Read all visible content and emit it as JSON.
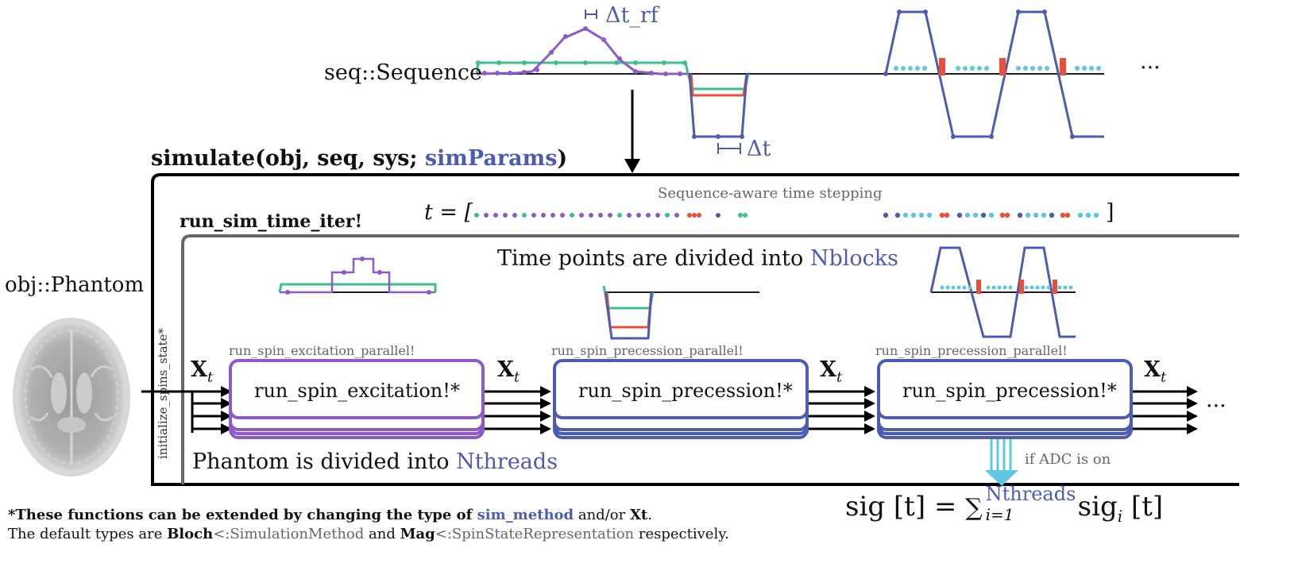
{
  "sequence_label": "seq::Sequence",
  "dt_rf_label": "Δt_rf",
  "dt_label": "Δt",
  "ellipsis": "···",
  "ellipsis_right": "···",
  "simulate_label": {
    "fn": "simulate",
    "args": "(obj, seq, sys; ",
    "params": "simParams",
    "close": ")"
  },
  "time_stepping_label": "Sequence-aware time stepping",
  "t_eq": "t = [",
  "t_close": "]",
  "run_sim_label": "run_sim_time_iter!",
  "blocks_text": {
    "prefix": "Time points are divided into ",
    "highlight": "Nblocks"
  },
  "phantom_label": "obj::Phantom",
  "init_label": "initialize_spins_state*",
  "xt_label": "X",
  "xt_sub": "t",
  "boxes": [
    {
      "small": "run_spin_excitation_parallel!",
      "main": "run_spin_excitation!*"
    },
    {
      "small": "run_spin_precession_parallel!",
      "main": "run_spin_precession!*"
    },
    {
      "small": "run_spin_precession_parallel!",
      "main": "run_spin_precession!*"
    }
  ],
  "threads_text": {
    "prefix": "Phantom is divided into ",
    "highlight": "Nthreads"
  },
  "adc_label": "if ADC is on",
  "sig_formula": {
    "lhs": "sig [t] = ",
    "sum": "∑",
    "upper": "Nthreads",
    "lower": "i=1",
    "rhs": "sig",
    "rhs_sub": "i",
    "rhs_arg": " [t]"
  },
  "footnote1": {
    "a": "*These functions can be extended by changing the type of ",
    "b": "sim_method",
    "c": " and/or ",
    "d": "Xt",
    "e": "."
  },
  "footnote2": {
    "a": "The default types are ",
    "b": "Bloch",
    "c": "<:SimulationMethod",
    "d": " and ",
    "e": "Mag",
    "f": "<:SpinStateRepresentation",
    "g": " respectively."
  },
  "colors": {
    "purple": "#8d5bc9",
    "green": "#3dbf8c",
    "blue": "#4d5bb0",
    "red": "#e8503a",
    "cyan": "#5ec6dd",
    "dark": "#1a1d2e",
    "gray": "#666666"
  }
}
